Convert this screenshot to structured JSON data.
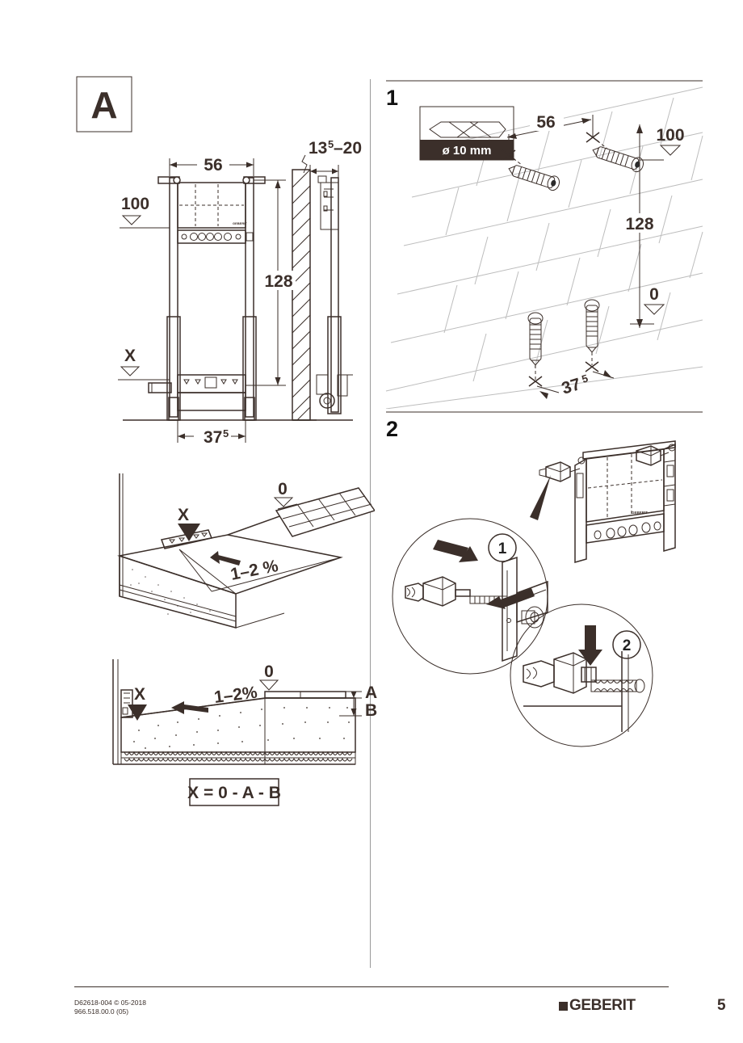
{
  "page": {
    "number": "5",
    "brand": "GEBERIT",
    "footer_line1": "D62618-004 © 05-2018",
    "footer_line2": "966.518.00.0 (05)"
  },
  "section_a": {
    "letter": "A",
    "dims": {
      "width": "56",
      "height": "128",
      "depth_floor": "37",
      "depth_floor_sup": "5",
      "wall_thickness": "13",
      "wall_thickness_sup": "5",
      "wall_thickness_range": "–20",
      "level_100": "100",
      "level_x": "X"
    }
  },
  "floor_iso": {
    "label_x": "X",
    "label_zero": "0",
    "slope": "1–2 %"
  },
  "floor_section": {
    "label_x": "X",
    "label_zero": "0",
    "slope": "1–2%",
    "label_a": "A",
    "label_b": "B",
    "formula": "X = 0 - A - B"
  },
  "step1": {
    "number": "1",
    "drill_label": "ø 10 mm",
    "dims": {
      "spacing_top": "56",
      "height": "128",
      "spacing_bottom": "37",
      "spacing_bottom_sup": "5",
      "level_100": "100",
      "level_0": "0"
    }
  },
  "step2": {
    "number": "2",
    "detail_1": "1",
    "detail_2": "2"
  },
  "colors": {
    "ink": "#3b2f2a",
    "gray": "#9a9a9a",
    "metal": "#8d8d8d",
    "dark_panel": "#3b2f2a"
  }
}
